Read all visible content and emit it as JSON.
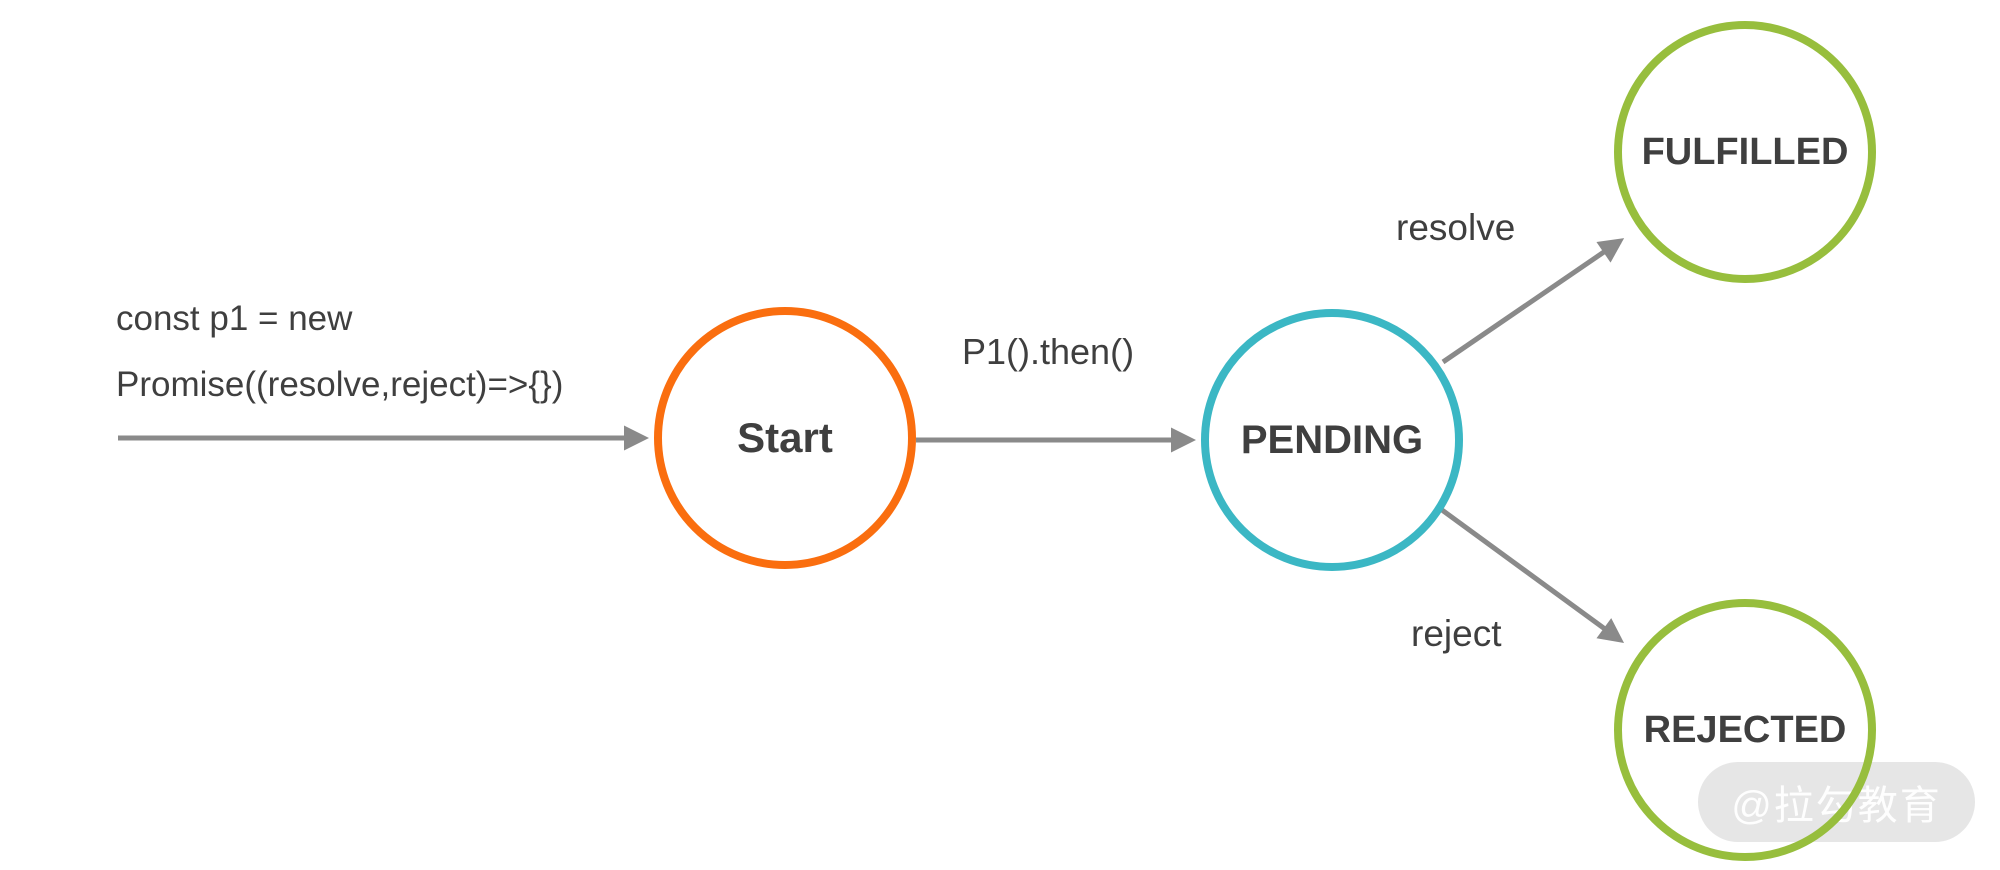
{
  "diagram": {
    "nodes": {
      "start": {
        "label": "Start",
        "border_color": "#FA6E0F"
      },
      "pending": {
        "label": "PENDING",
        "border_color": "#3BB7C4"
      },
      "fulfilled": {
        "label": "FULFILLED",
        "border_color": "#97BE3D"
      },
      "rejected": {
        "label": "REJECTED",
        "border_color": "#97BE3D"
      }
    },
    "edges": {
      "create": {
        "label_line1": "const p1 = new",
        "label_line2": "Promise((resolve,reject)=>{})"
      },
      "then": {
        "label": "P1().then()"
      },
      "resolve": {
        "label": "resolve"
      },
      "reject": {
        "label": "reject"
      }
    },
    "colors": {
      "arrow": "#8A8A8A",
      "text": "#3F3F3F",
      "watermark_bg": "rgba(210,210,210,0.55)",
      "watermark_text": "rgba(255,255,255,0.95)"
    },
    "watermark": {
      "label": "@拉勾教育"
    }
  }
}
